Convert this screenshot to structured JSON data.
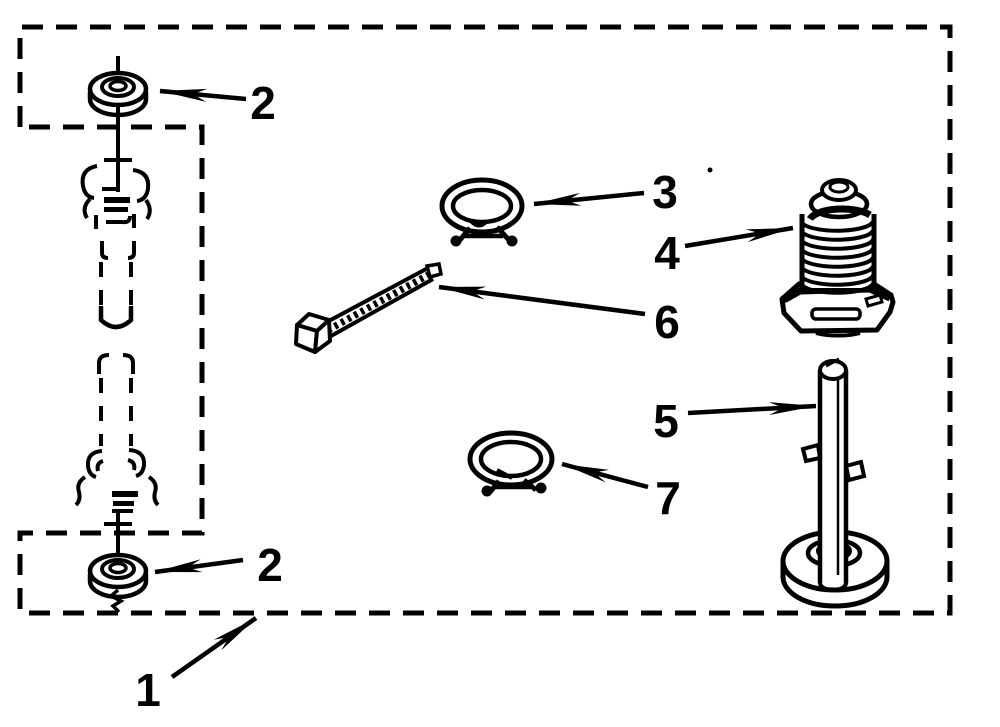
{
  "diagram": {
    "type": "exploded-parts-diagram",
    "colors": {
      "ink": "#000000",
      "background": "#ffffff"
    },
    "callouts": [
      {
        "label": "1",
        "part": "kit-boundary-dashed-box"
      },
      {
        "label": "2",
        "part": "upper-grommet-washer"
      },
      {
        "label": "2",
        "part": "lower-grommet-washer"
      },
      {
        "label": "3",
        "part": "upper-hose-clamp"
      },
      {
        "label": "4",
        "part": "threaded-leveling-bolt"
      },
      {
        "label": "5",
        "part": "leg-and-foot"
      },
      {
        "label": "6",
        "part": "cable-tie"
      },
      {
        "label": "7",
        "part": "lower-hose-clamp"
      }
    ]
  }
}
